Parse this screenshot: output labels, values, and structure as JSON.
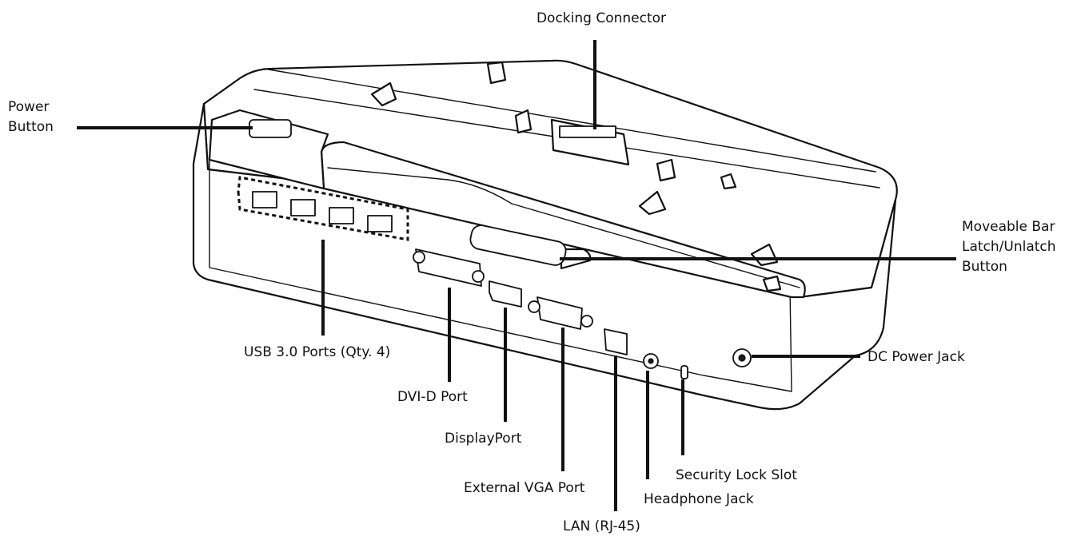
{
  "labels": {
    "docking_connector": "Docking Connector",
    "power_button_1": "Power",
    "power_button_2": "Button",
    "moveable_bar_1": "Moveable Bar",
    "moveable_bar_2": "Latch/Unlatch",
    "moveable_bar_3": "Button",
    "usb_ports": "USB 3.0 Ports (Qty. 4)",
    "dvi_port": "DVI-D Port",
    "displayport": "DisplayPort",
    "vga_port": "External VGA Port",
    "lan_port": "LAN (RJ-45)",
    "headphone_jack": "Headphone Jack",
    "security_lock": "Security Lock Slot",
    "dc_power": "DC Power Jack"
  },
  "colors": {
    "line": "#111111",
    "background": "#ffffff"
  }
}
